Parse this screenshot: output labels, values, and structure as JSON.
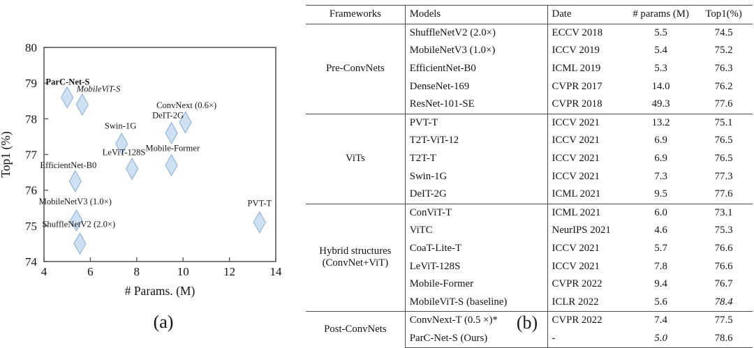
{
  "figure_a": {
    "caption": "(a)",
    "chart_data": {
      "type": "scatter",
      "title": "",
      "xlabel": "# Params. (M)",
      "ylabel": "Top1 (%)",
      "xlim": [
        4,
        14
      ],
      "ylim": [
        74,
        80
      ],
      "xticks": [
        "4",
        "6",
        "8",
        "10",
        "12",
        "14"
      ],
      "xtick_values": [
        4,
        6,
        8,
        10,
        12,
        14
      ],
      "yticks": [
        "74",
        "75",
        "76",
        "77",
        "78",
        "79",
        "80"
      ],
      "ytick_values": [
        74,
        75,
        76,
        77,
        78,
        79,
        80
      ],
      "grid": false,
      "legend": "none",
      "marker": "diamond",
      "marker_fill": "#cfe0f2",
      "marker_stroke": "#8fb2d8",
      "points": [
        {
          "label": "ParC-Net-S",
          "x": 5.0,
          "y": 78.6,
          "style": "bold",
          "lx": 5.02,
          "ly": 78.95,
          "anchor": "middle"
        },
        {
          "label": "MobileViT-S",
          "x": 5.65,
          "y": 78.4,
          "style": "italic",
          "lx": 6.35,
          "ly": 78.76,
          "anchor": "middle"
        },
        {
          "label": "ConvNext (0.6×)",
          "x": 10.1,
          "y": 77.9,
          "style": "normal",
          "lx": 10.15,
          "ly": 78.3,
          "anchor": "middle"
        },
        {
          "label": "DeIT-2G",
          "x": 9.5,
          "y": 77.6,
          "style": "normal",
          "lx": 9.35,
          "ly": 78.02,
          "anchor": "middle"
        },
        {
          "label": "Swin-1G",
          "x": 7.35,
          "y": 77.3,
          "style": "normal",
          "lx": 7.3,
          "ly": 77.72,
          "anchor": "middle"
        },
        {
          "label": "Mobile-Former",
          "x": 9.5,
          "y": 76.7,
          "style": "normal",
          "lx": 9.55,
          "ly": 77.1,
          "anchor": "middle"
        },
        {
          "label": "LeViT-128S",
          "x": 7.8,
          "y": 76.6,
          "style": "normal",
          "lx": 7.45,
          "ly": 76.98,
          "anchor": "middle"
        },
        {
          "label": "EfficientNet-B0",
          "x": 5.35,
          "y": 76.25,
          "style": "normal",
          "lx": 5.05,
          "ly": 76.62,
          "anchor": "middle"
        },
        {
          "label": "MobileNetV3 (1.0×)",
          "x": 5.4,
          "y": 75.15,
          "style": "normal",
          "lx": 5.35,
          "ly": 75.6,
          "anchor": "middle"
        },
        {
          "label": "ShuffleNetV2 (2.0×)",
          "x": 5.55,
          "y": 74.5,
          "style": "normal",
          "lx": 5.5,
          "ly": 74.97,
          "anchor": "middle"
        },
        {
          "label": "PVT-T",
          "x": 13.3,
          "y": 75.1,
          "style": "normal",
          "lx": 13.3,
          "ly": 75.55,
          "anchor": "middle"
        }
      ]
    }
  },
  "figure_b": {
    "caption": "(b)",
    "table": {
      "headers": [
        "Frameworks",
        "Models",
        "Date",
        "# params (M)",
        "Top1(%)"
      ],
      "groups": [
        {
          "framework": "Pre-ConvNets",
          "rows": [
            {
              "model": "ShuffleNetV2 (2.0×)",
              "date": "ECCV 2018",
              "params": "5.5",
              "top1": "74.5"
            },
            {
              "model": "MobileNetV3 (1.0×)",
              "date": "ICCV 2019",
              "params": "5.4",
              "top1": "75.2"
            },
            {
              "model": "EfficientNet-B0",
              "date": "ICML 2019",
              "params": "5.3",
              "top1": "76.3"
            },
            {
              "model": "DenseNet-169",
              "date": "CVPR 2017",
              "params": "14.0",
              "top1": "76.2"
            },
            {
              "model": "ResNet-101-SE",
              "date": "CVPR 2018",
              "params": "49.3",
              "top1": "77.6"
            }
          ]
        },
        {
          "framework": "ViTs",
          "rows": [
            {
              "model": "PVT-T",
              "date": "ICCV 2021",
              "params": "13.2",
              "top1": "75.1"
            },
            {
              "model": "T2T-ViT-12",
              "date": "ICCV 2021",
              "params": "6.9",
              "top1": "76.5"
            },
            {
              "model": "T2T-T",
              "date": "ICCV 2021",
              "params": "6.9",
              "top1": "76.5"
            },
            {
              "model": "Swin-1G",
              "date": "ICCV 2021",
              "params": "7.3",
              "top1": "77.3"
            },
            {
              "model": "DeIT-2G",
              "date": "ICML 2021",
              "params": "9.5",
              "top1": "77.6"
            }
          ]
        },
        {
          "framework": "Hybrid structures\n(ConvNet+ViT)",
          "framework_line1": "Hybrid structures",
          "framework_line2": "(ConvNet+ViT)",
          "rows": [
            {
              "model": "ConViT-T",
              "date": "ICML 2021",
              "params": "6.0",
              "top1": "73.1"
            },
            {
              "model": "ViTC",
              "date": "NeurIPS 2021",
              "params": "4.6",
              "params_style": "bold",
              "top1": "75.3"
            },
            {
              "model": "CoaT-Lite-T",
              "date": "ICCV 2021",
              "params": "5.7",
              "top1": "76.6"
            },
            {
              "model": "LeViT-128S",
              "date": "ICCV 2021",
              "params": "7.8",
              "top1": "76.6"
            },
            {
              "model": "Mobile-Former",
              "date": "CVPR 2022",
              "params": "9.4",
              "top1": "76.7"
            },
            {
              "model": "MobileViT-S (baseline)",
              "date": "ICLR 2022",
              "params": "5.6",
              "top1": "78.4",
              "top1_style": "italic"
            }
          ]
        },
        {
          "framework": "Post-ConvNets",
          "rows": [
            {
              "model": "ConvNext-T (0.5 ×)*",
              "date": "CVPR 2022",
              "params": "7.4",
              "top1": "77.5"
            },
            {
              "model": "ParC-Net-S  (Ours)",
              "date": "-",
              "params": "5.0",
              "params_style": "italic",
              "top1": "78.6",
              "top1_style": "bold"
            }
          ]
        }
      ]
    }
  }
}
